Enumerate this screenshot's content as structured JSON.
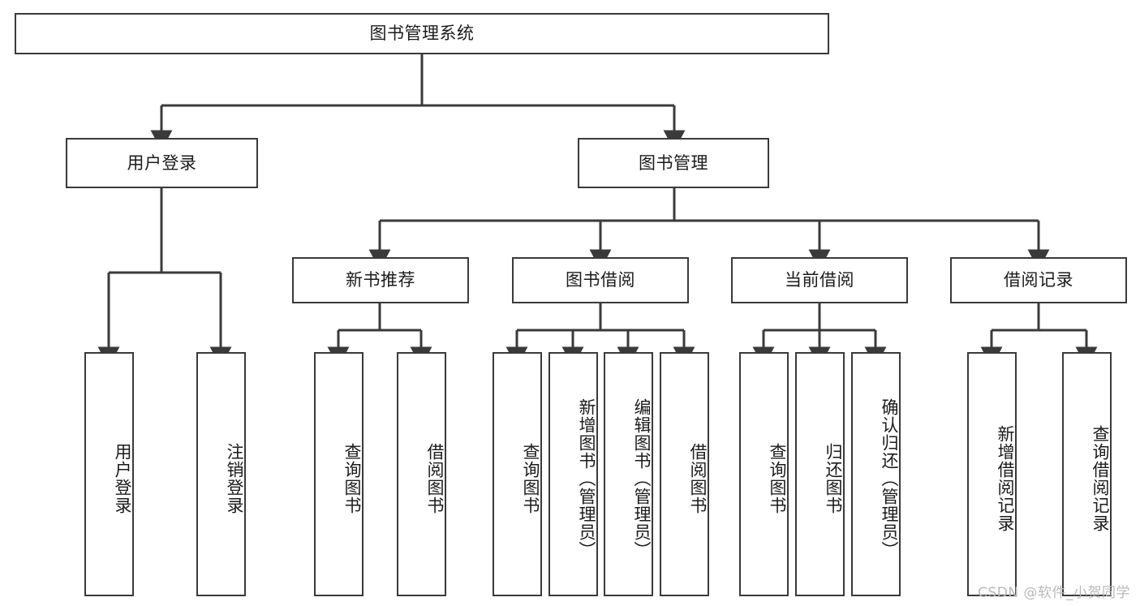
{
  "diagram": {
    "title": "图书管理系统",
    "type": "tree-hierarchy",
    "root": {
      "id": "root",
      "label": "图书管理系统"
    },
    "level2": [
      {
        "id": "user-login",
        "label": "用户登录"
      },
      {
        "id": "book-manage",
        "label": "图书管理"
      }
    ],
    "level3": [
      {
        "id": "new-book-rec",
        "label": "新书推荐",
        "parent": "book-manage"
      },
      {
        "id": "book-borrow",
        "label": "图书借阅",
        "parent": "book-manage"
      },
      {
        "id": "current-borrow",
        "label": "当前借阅",
        "parent": "book-manage"
      },
      {
        "id": "borrow-record",
        "label": "借阅记录",
        "parent": "book-manage"
      }
    ],
    "leaves": [
      {
        "id": "leaf-user-login",
        "label": "用户登录",
        "parent": "user-login"
      },
      {
        "id": "leaf-logout-login",
        "label": "注销登录",
        "parent": "user-login"
      },
      {
        "id": "leaf-query-book-1",
        "label": "查询图书",
        "parent": "new-book-rec"
      },
      {
        "id": "leaf-borrow-book-1",
        "label": "借阅图书",
        "parent": "new-book-rec"
      },
      {
        "id": "leaf-query-book-2",
        "label": "查询图书",
        "parent": "book-borrow"
      },
      {
        "id": "leaf-add-book",
        "label": "新增图书（管理员）",
        "parent": "book-borrow"
      },
      {
        "id": "leaf-edit-book",
        "label": "编辑图书（管理员）",
        "parent": "book-borrow"
      },
      {
        "id": "leaf-borrow-book-2",
        "label": "借阅图书",
        "parent": "book-borrow"
      },
      {
        "id": "leaf-query-book-3",
        "label": "查询图书",
        "parent": "current-borrow"
      },
      {
        "id": "leaf-return-book",
        "label": "归还图书",
        "parent": "current-borrow"
      },
      {
        "id": "leaf-confirm-return",
        "label": "确认归还（管理员）",
        "parent": "current-borrow"
      },
      {
        "id": "leaf-add-record",
        "label": "新增借阅记录",
        "parent": "borrow-record"
      },
      {
        "id": "leaf-query-record",
        "label": "查询借阅记录",
        "parent": "borrow-record"
      }
    ]
  },
  "watermark": {
    "text": "CSDN @软件_小贺同学"
  },
  "colors": {
    "border": "#3a3a3a",
    "text": "#1b1b1b",
    "background": "#ffffff",
    "watermark": "#b9b9b9"
  }
}
